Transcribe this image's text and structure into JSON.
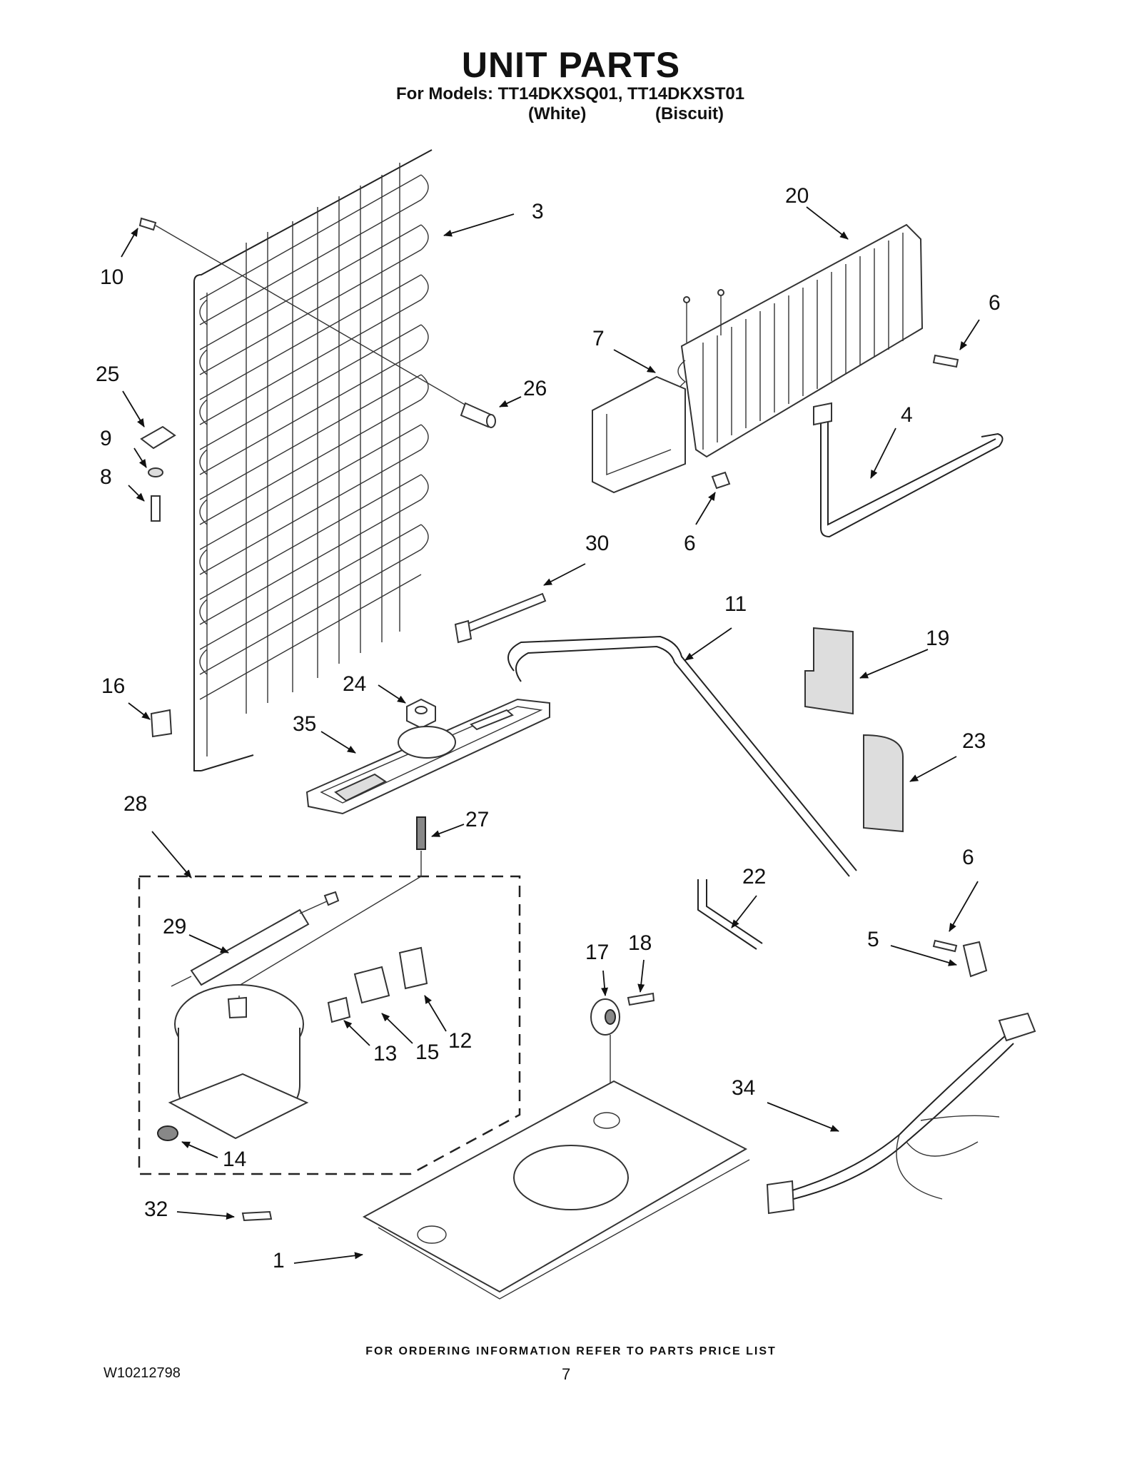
{
  "header": {
    "title": "UNIT PARTS",
    "models_line": "For Models: TT14DKXSQ01, TT14DKXST01",
    "variant_1": "(White)",
    "variant_2": "(Biscuit)"
  },
  "callouts": {
    "c1": "1",
    "c3": "3",
    "c4": "4",
    "c5": "5",
    "c6a": "6",
    "c6b": "6",
    "c6c": "6",
    "c7": "7",
    "c8": "8",
    "c9": "9",
    "c10": "10",
    "c11": "11",
    "c12": "12",
    "c13": "13",
    "c14": "14",
    "c15": "15",
    "c16": "16",
    "c17": "17",
    "c18": "18",
    "c19": "19",
    "c20": "20",
    "c22": "22",
    "c23": "23",
    "c24": "24",
    "c25": "25",
    "c26": "26",
    "c27": "27",
    "c28": "28",
    "c29": "29",
    "c30": "30",
    "c32": "32",
    "c34": "34",
    "c35": "35"
  },
  "footer": {
    "note": "FOR ORDERING INFORMATION REFER TO PARTS PRICE LIST",
    "doc_number": "W10212798",
    "page_number": "7"
  }
}
